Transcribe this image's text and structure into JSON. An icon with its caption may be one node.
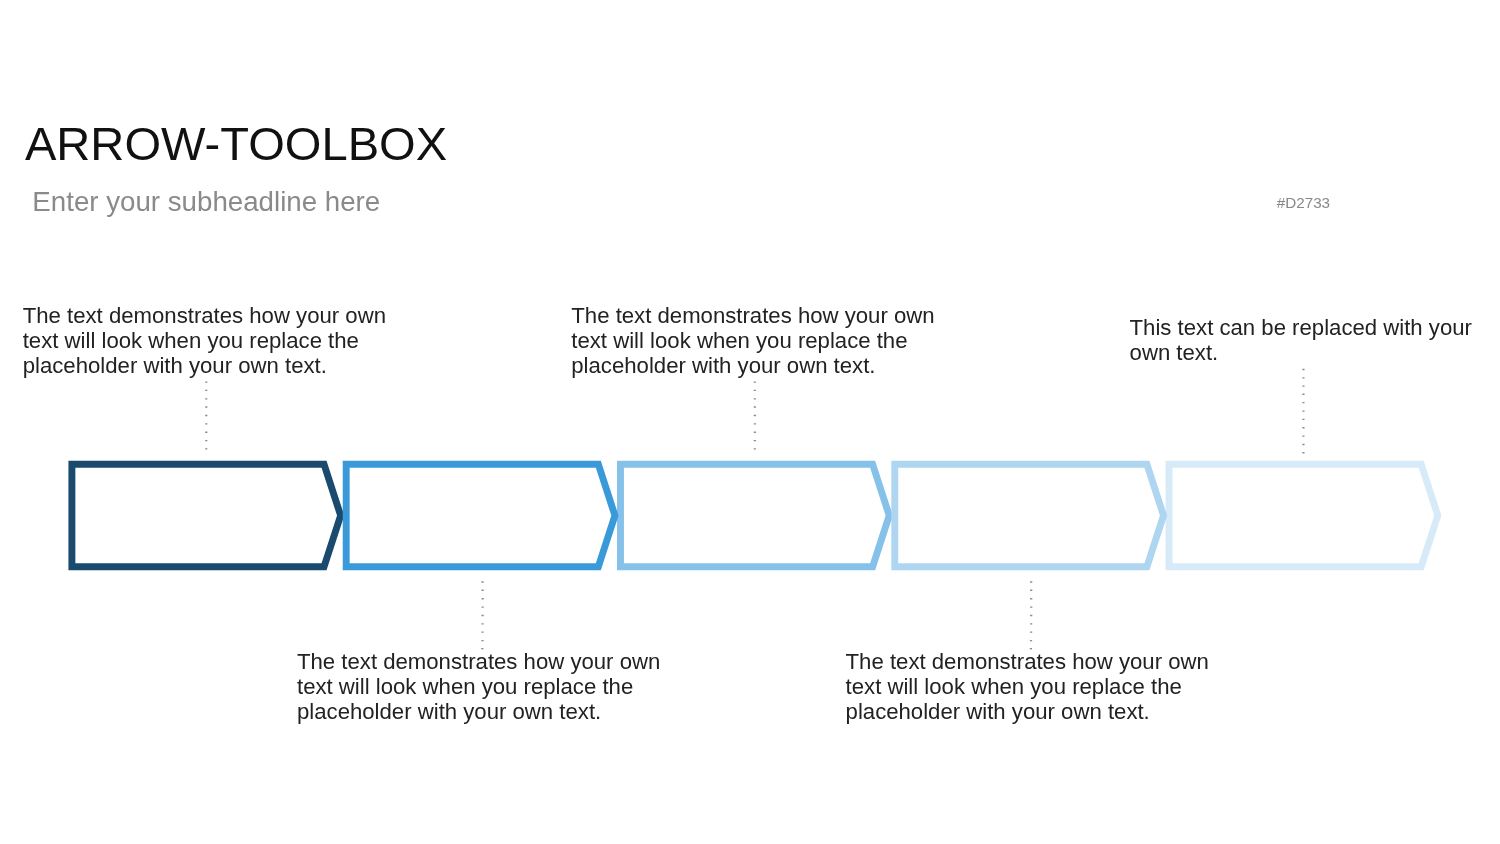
{
  "diagram": {
    "title": "ARROW-TOOLBOX",
    "nodes": [
      {
        "text": [
          "The text demonstrates how your own text will look when you replace the placeholder with your own text."
        ]
      },
      {
        "text": [
          "The text demonstrates how your own text will look when you replace the placeholder with your own text."
        ]
      },
      {
        "text": [
          "This text can be replaced with your own text."
        ]
      },
      {
        "text": [],
        "shape": "arrow"
      },
      {
        "text": [],
        "shape": "arrow"
      },
      {
        "text": [],
        "shape": "arrow"
      },
      {
        "text": [],
        "shape": "arrow"
      },
      {
        "text": [],
        "shape": "arrow"
      },
      {
        "text": [
          "The text demonstrates how your own text will look when you replace the placeholder with your own text."
        ]
      },
      {
        "text": [
          "The text demonstrates how your own text will look when you replace the placeholder with your own text."
        ]
      }
    ],
    "edges": [
      {
        "from": 0,
        "to": 3,
        "arrow": "none",
        "style": "dashed"
      },
      {
        "from": 1,
        "to": 5,
        "arrow": "none",
        "style": "dashed"
      },
      {
        "from": 2,
        "to": 7,
        "arrow": "none",
        "style": "dashed"
      },
      {
        "from": 8,
        "to": 4,
        "arrow": "none",
        "style": "dashed"
      },
      {
        "from": 9,
        "to": 6,
        "arrow": "none",
        "style": "dashed"
      }
    ],
    "labels": [
      "#D2733",
      "Enter your subheadline here"
    ]
  }
}
